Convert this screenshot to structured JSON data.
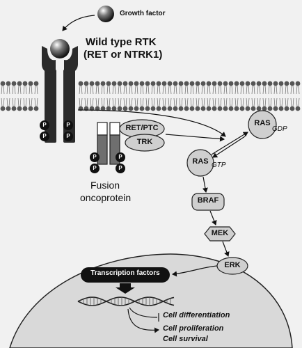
{
  "labels": {
    "growth_factor": "Growth factor",
    "rtk_title": "Wild type RTK",
    "rtk_subtitle": "(RET or NTRK1)",
    "fusion_line1": "Fusion",
    "fusion_line2": "oncoprotein",
    "ret_ptc": "RET/PTC",
    "trk": "TRK",
    "ras_gdp": "RAS",
    "gdp": "GDP",
    "ras_gtp": "RAS",
    "gtp": "GTP",
    "braf": "BRAF",
    "mek": "MEK",
    "erk": "ERK",
    "transcription_factors": "Transcription factors",
    "phospho": "P"
  },
  "outcomes": {
    "differentiation": "Cell differentiation",
    "proliferation": "Cell proliferation",
    "survival": "Cell survival"
  },
  "colors": {
    "background": "#f1f1f1",
    "receptor": "#2b2b2b",
    "fusion_body": "#6f6f6f",
    "node_fill": "#cfcfcf",
    "nucleus_fill": "#d9d9d9",
    "phosphate": "#111111",
    "transcription_box": "#111111"
  }
}
